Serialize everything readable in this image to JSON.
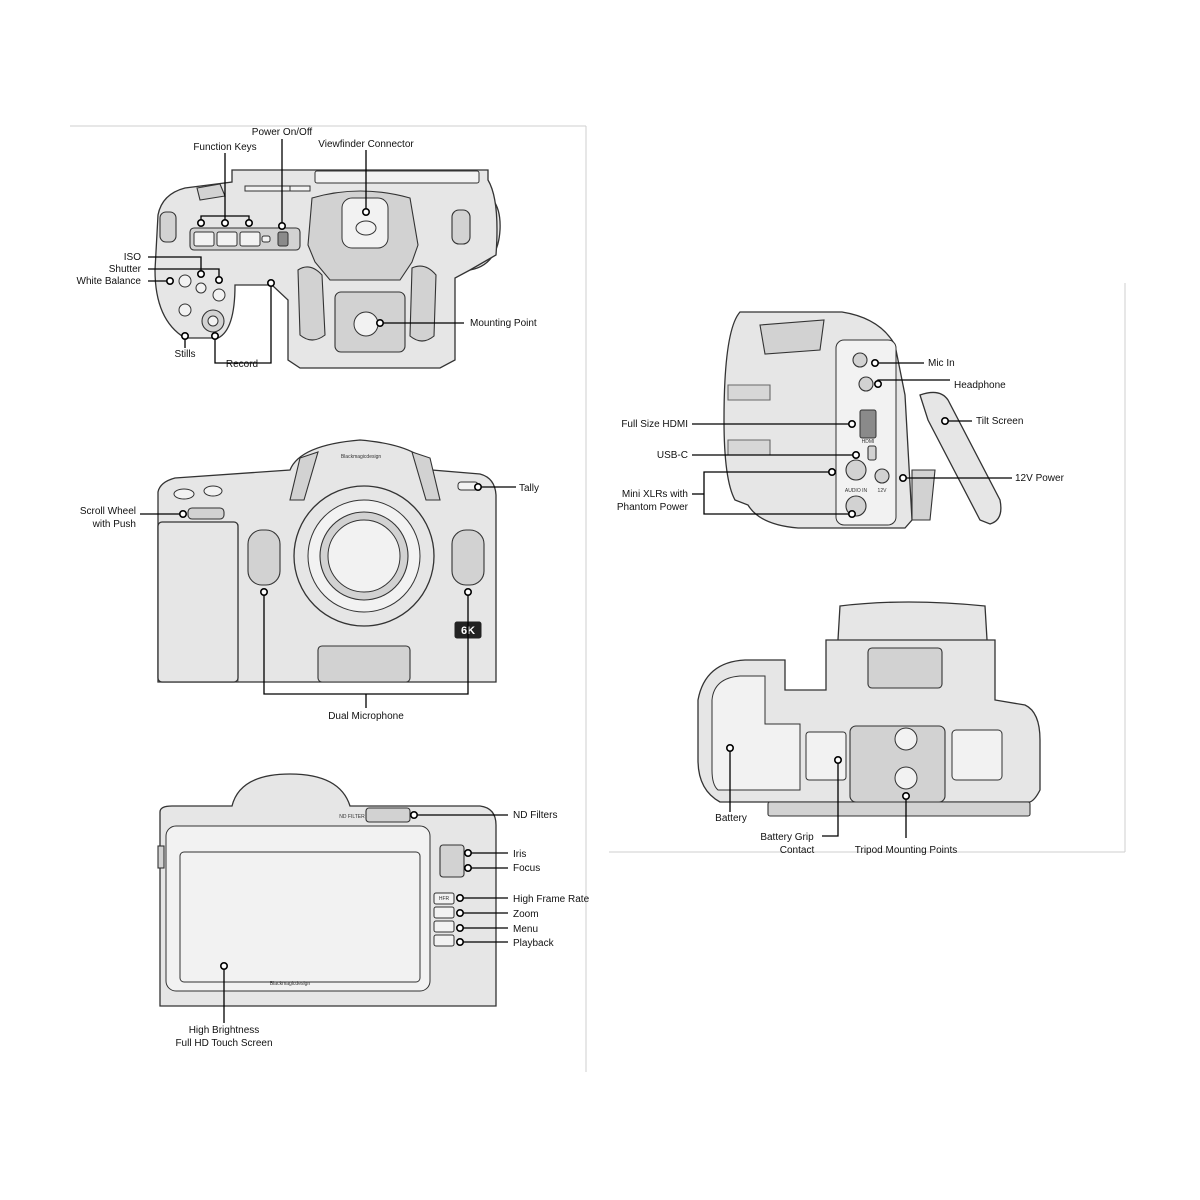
{
  "views": {
    "top": {
      "labels": {
        "power": "Power On/Off",
        "function_keys": "Function Keys",
        "viewfinder": "Viewfinder Connector",
        "iso": "ISO",
        "shutter": "Shutter",
        "white_balance": "White Balance",
        "mounting_point": "Mounting Point",
        "stills": "Stills",
        "record": "Record"
      }
    },
    "front": {
      "labels": {
        "tally": "Tally",
        "scroll_wheel_1": "Scroll Wheel",
        "scroll_wheel_2": "with Push",
        "dual_mic": "Dual Microphone"
      },
      "brand": "Blackmagicdesign",
      "badge": "6K"
    },
    "rear": {
      "labels": {
        "nd_filters": "ND Filters",
        "iris": "Iris",
        "focus": "Focus",
        "hfr": "High Frame Rate",
        "zoom": "Zoom",
        "menu": "Menu",
        "playback": "Playback",
        "screen_1": "High Brightness",
        "screen_2": "Full HD Touch Screen"
      },
      "nd_text": "ND FILTER",
      "hfr_btn": "HFR",
      "brand": "Blackmagicdesign"
    },
    "side": {
      "labels": {
        "mic_in": "Mic In",
        "headphone": "Headphone",
        "tilt": "Tilt Screen",
        "hdmi": "Full Size HDMI",
        "usbc": "USB-C",
        "xlr_1": "Mini XLRs with",
        "xlr_2": "Phantom Power",
        "power12": "12V Power"
      },
      "port_hdmi": "HDMI",
      "port_audio": "AUDIO IN",
      "port_12v": "12V"
    },
    "bottom": {
      "labels": {
        "battery": "Battery",
        "grip_1": "Battery Grip",
        "grip_2": "Contact",
        "tripod": "Tripod Mounting Points"
      }
    }
  }
}
